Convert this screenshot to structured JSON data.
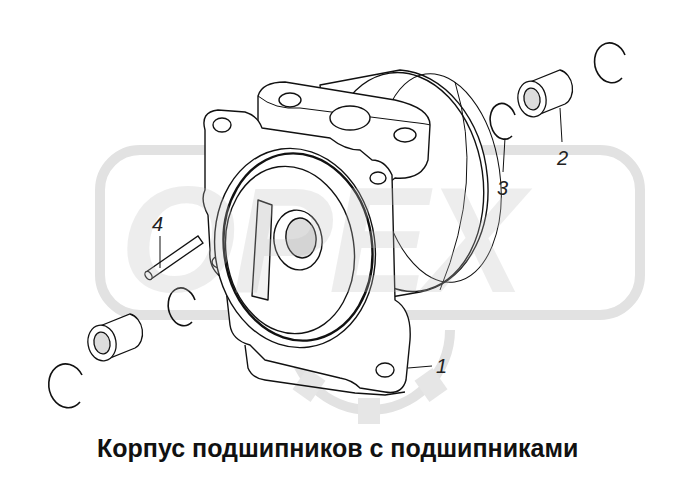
{
  "diagram": {
    "caption": "Корпус подшипников с подшипниками",
    "labels": [
      "1",
      "2",
      "3",
      "4",
      "ОРЕХ"
    ]
  }
}
